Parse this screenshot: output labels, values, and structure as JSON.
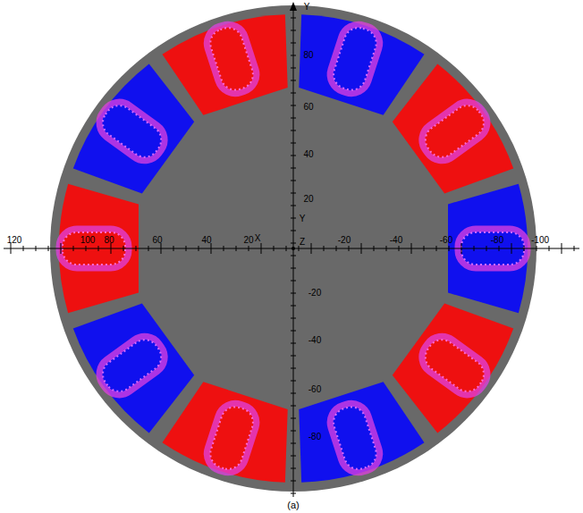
{
  "diagram": {
    "caption": "(a)",
    "labels": [
      "Y",
      "80",
      "60",
      "40",
      "20",
      "120",
      "100",
      "80",
      "60",
      "40",
      "20",
      "X",
      "Y",
      "Z",
      "-20",
      "-40",
      "-60",
      "-80",
      "-100",
      "-20",
      "-40",
      "-60",
      "-80"
    ]
  }
}
